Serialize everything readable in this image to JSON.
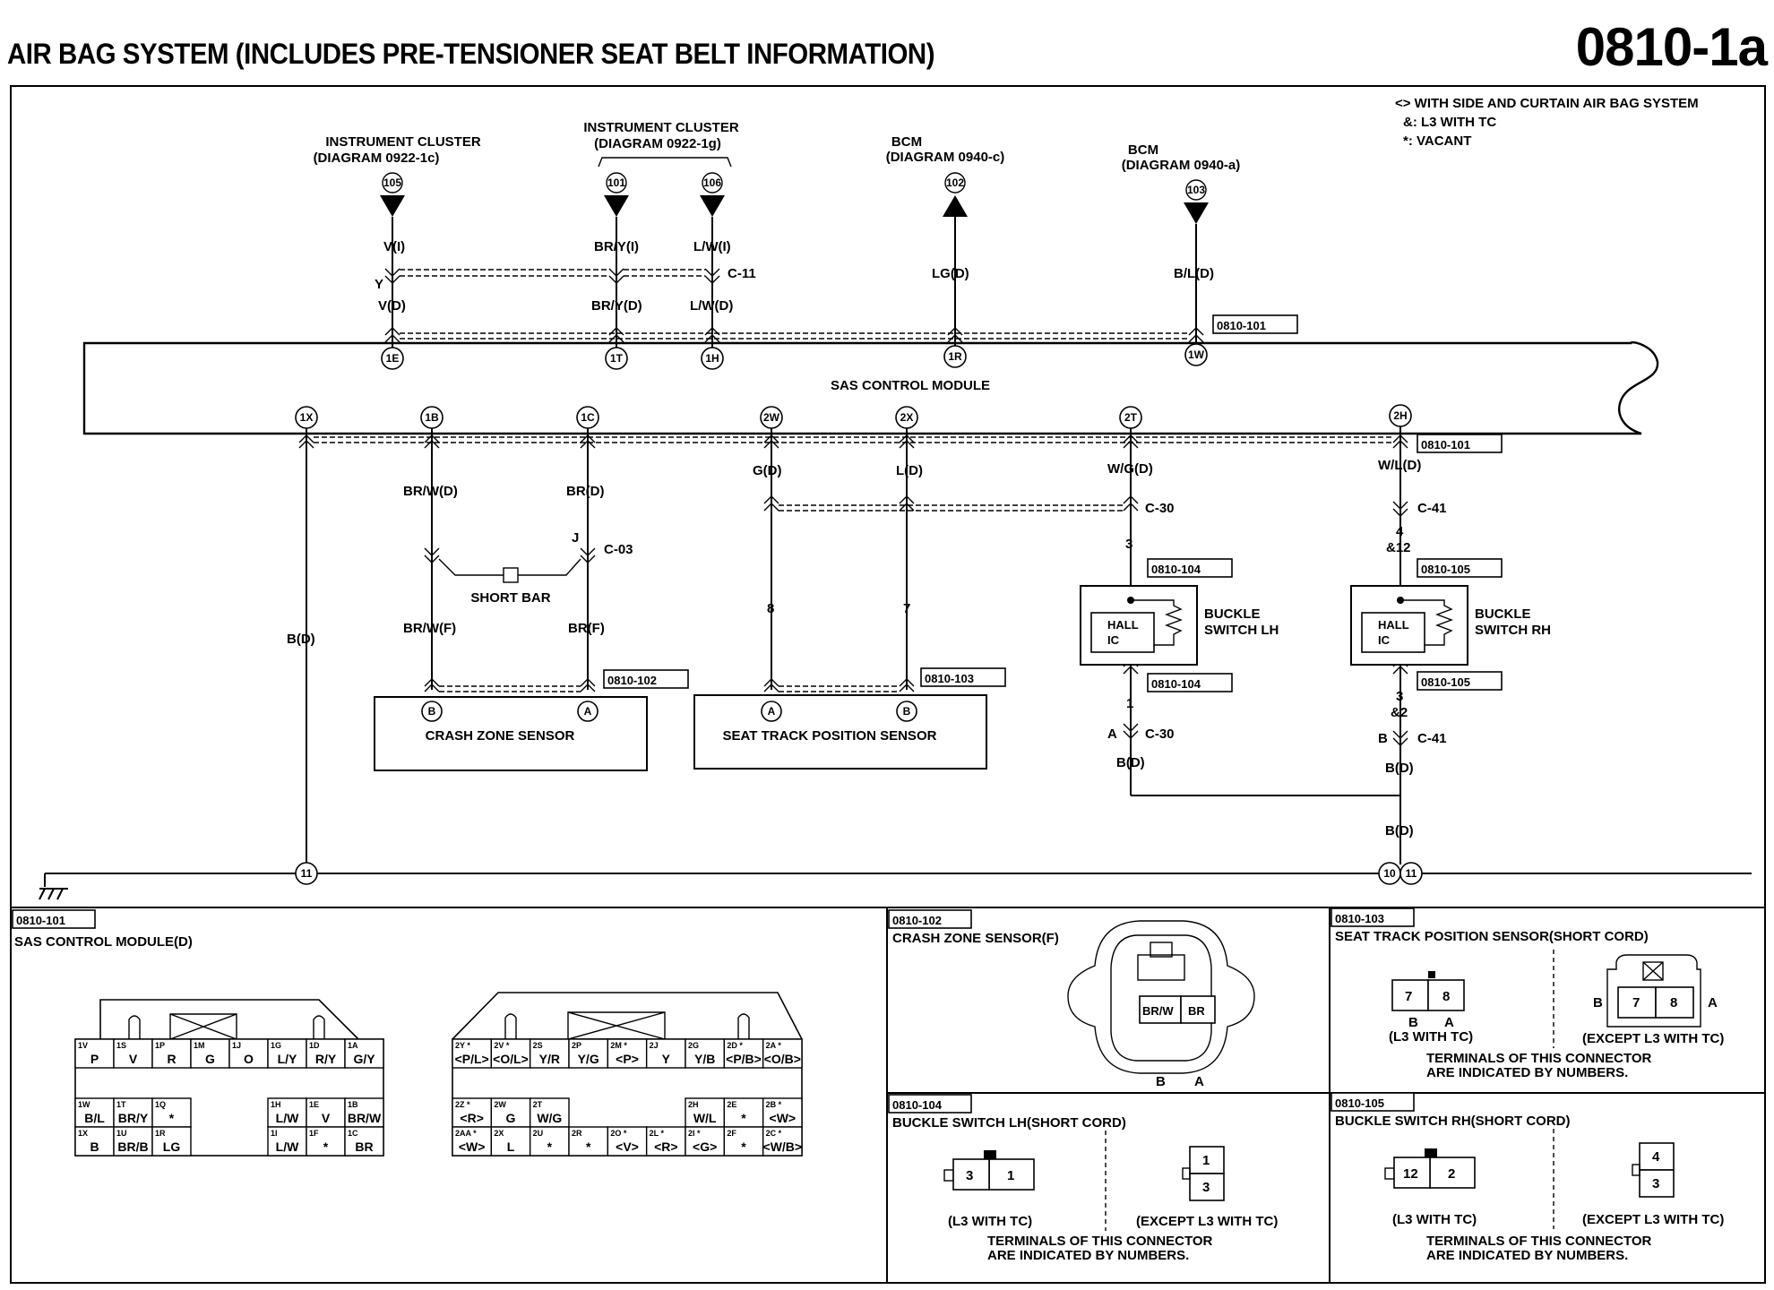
{
  "header": {
    "title": "AIR BAG SYSTEM (INCLUDES PRE-TENSIONER SEAT BELT INFORMATION)",
    "code": "0810-1a"
  },
  "legend": [
    "<> WITH SIDE AND CURTAIN AIR BAG SYSTEM",
    "&: L3 WITH TC",
    "*: VACANT"
  ],
  "external": {
    "ic1": {
      "name": "INSTRUMENT CLUSTER",
      "diagram": "(DIAGRAM 0922-1c)",
      "pin": "105"
    },
    "ic2": {
      "name": "INSTRUMENT CLUSTER",
      "diagram": "(DIAGRAM 0922-1g)",
      "pin_a": "101",
      "pin_b": "106"
    },
    "bcm1": {
      "name": "BCM",
      "diagram": "(DIAGRAM 0940-c)",
      "pin": "102"
    },
    "bcm2": {
      "name": "BCM",
      "diagram": "(DIAGRAM 0940-a)",
      "pin": "103"
    }
  },
  "wires_top": {
    "w1": {
      "up": "V(I)",
      "conn": "Y",
      "down": "V(D)",
      "term": "1E"
    },
    "w2": {
      "up": "BR/Y(I)",
      "down": "BR/Y(D)",
      "term": "1T"
    },
    "w3": {
      "up": "L/W(I)",
      "conn": "C-11",
      "down": "L/W(D)",
      "term": "1H"
    },
    "w4": {
      "mid": "LG(D)",
      "term": "1R"
    },
    "w5": {
      "mid": "B/L(D)",
      "term": "1W"
    },
    "ref": "0810-101"
  },
  "module": {
    "name": "SAS CONTROL MODULE"
  },
  "terms_bottom": [
    "1X",
    "1B",
    "1C",
    "2W",
    "2X",
    "2T",
    "2H"
  ],
  "wires_bottom": {
    "bd": "B(D)",
    "brwd": "BR/W(D)",
    "brd": "BR(D)",
    "j": "J",
    "c03": "C-03",
    "shortbar": "SHORT BAR",
    "brwf": "BR/W(F)",
    "brf": "BR(F)",
    "gd": "G(D)",
    "ld": "L(D)",
    "n8": "8",
    "n7": "7",
    "wgd": "W/G(D)",
    "c30": "C-30",
    "n3": "3",
    "n1": "1",
    "a": "A",
    "bd2": "B(D)",
    "wld": "W/L(D)",
    "c41": "C-41",
    "n4": "4",
    "a12": "&12",
    "n3b": "3",
    "a2": "&2",
    "b": "B",
    "bd3": "B(D)",
    "bd4": "B(D)",
    "ref101": "0810-101"
  },
  "components": {
    "crash": {
      "name": "CRASH ZONE SENSOR",
      "ref": "0810-102",
      "pin_l": "B",
      "pin_r": "A"
    },
    "seat": {
      "name": "SEAT TRACK POSITION SENSOR",
      "ref": "0810-103",
      "pin_l": "A",
      "pin_r": "B"
    },
    "buckle_lh": {
      "name1": "BUCKLE",
      "name2": "SWITCH LH",
      "hall1": "HALL",
      "hall2": "IC",
      "ref": "0810-104"
    },
    "buckle_rh": {
      "name1": "BUCKLE",
      "name2": "SWITCH RH",
      "hall1": "HALL",
      "hall2": "IC",
      "ref": "0810-105"
    }
  },
  "ground": {
    "a": "11",
    "b": "10",
    "c": "11"
  },
  "panels": {
    "p101": {
      "ref": "0810-101",
      "title": "SAS CONTROL MODULE(D)",
      "c1_top": [
        [
          "1V",
          "P"
        ],
        [
          "1S",
          "V"
        ],
        [
          "1P",
          "R"
        ],
        [
          "1M",
          "G"
        ],
        [
          "1J",
          "O"
        ],
        [
          "1G",
          "L/Y"
        ],
        [
          "1D",
          "R/Y"
        ],
        [
          "1A",
          "G/Y"
        ]
      ],
      "c1_mid": [
        [
          "1W",
          "B/L"
        ],
        [
          "1T",
          "BR/Y"
        ],
        [
          "1Q",
          "*"
        ],
        [
          "1H",
          "L/W"
        ],
        [
          "1E",
          "V"
        ],
        [
          "1B",
          "BR/W"
        ]
      ],
      "c1_bot": [
        [
          "1X",
          "B"
        ],
        [
          "1U",
          "BR/B"
        ],
        [
          "1R",
          "LG"
        ],
        [
          "1I",
          "L/W"
        ],
        [
          "1F",
          "*"
        ],
        [
          "1C",
          "BR"
        ]
      ],
      "c2_top": [
        [
          "2Y *",
          "<P/L>"
        ],
        [
          "2V *",
          "<O/L>"
        ],
        [
          "2S",
          "Y/R"
        ],
        [
          "2P",
          "Y/G"
        ],
        [
          "2M *",
          "<P>"
        ],
        [
          "2J",
          "Y"
        ],
        [
          "2G",
          "Y/B"
        ],
        [
          "2D *",
          "<P/B>"
        ],
        [
          "2A *",
          "<O/B>"
        ]
      ],
      "c2_mid": [
        [
          "2Z *",
          "<R>"
        ],
        [
          "2W",
          "G"
        ],
        [
          "2T",
          "W/G"
        ],
        [
          "2H",
          "W/L"
        ],
        [
          "2E",
          "*"
        ],
        [
          "2B *",
          "<W>"
        ]
      ],
      "c2_bot": [
        [
          "2AA *",
          "<W>"
        ],
        [
          "2X",
          "L"
        ],
        [
          "2U",
          "*"
        ],
        [
          "2R",
          "*"
        ],
        [
          "2O *",
          "<V>"
        ],
        [
          "2L *",
          "<R>"
        ],
        [
          "2I *",
          "<G>"
        ],
        [
          "2F",
          "*"
        ],
        [
          "2C *",
          "<W/B>"
        ]
      ]
    },
    "p102": {
      "ref": "0810-102",
      "title": "CRASH ZONE SENSOR(F)",
      "c1": "BR/W",
      "c2": "BR",
      "b": "B",
      "a": "A"
    },
    "p103": {
      "ref": "0810-103",
      "title": "SEAT TRACK POSITION SENSOR(SHORT CORD)",
      "l1": "7",
      "l2": "8",
      "lb": "B",
      "la": "A",
      "lcap": "(L3 WITH TC)",
      "r1": "7",
      "r2": "8",
      "rb": "B",
      "ra": "A",
      "rcap": "(EXCEPT L3 WITH TC)",
      "note1": "TERMINALS OF THIS CONNECTOR",
      "note2": "ARE INDICATED BY NUMBERS."
    },
    "p104": {
      "ref": "0810-104",
      "title": "BUCKLE SWITCH LH(SHORT CORD)",
      "l1": "3",
      "l2": "1",
      "lcap": "(L3 WITH TC)",
      "r1": "1",
      "r2": "3",
      "rcap": "(EXCEPT L3 WITH TC)",
      "note1": "TERMINALS OF THIS CONNECTOR",
      "note2": "ARE INDICATED BY NUMBERS."
    },
    "p105": {
      "ref": "0810-105",
      "title": "BUCKLE SWITCH RH(SHORT CORD)",
      "l1": "12",
      "l2": "2",
      "lcap": "(L3 WITH TC)",
      "r1": "4",
      "r2": "3",
      "rcap": "(EXCEPT L3 WITH TC)",
      "note1": "TERMINALS OF THIS CONNECTOR",
      "note2": "ARE INDICATED BY NUMBERS."
    }
  }
}
